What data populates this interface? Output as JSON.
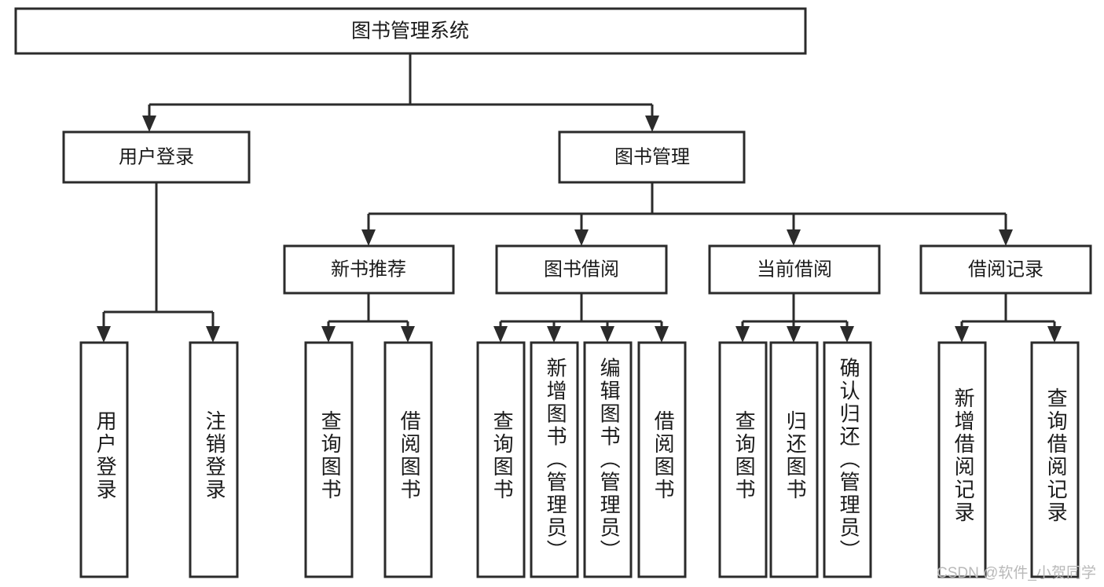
{
  "diagram": {
    "title": "图书管理系统",
    "type": "tree-hierarchy-chart",
    "root": {
      "id": "root",
      "label": "图书管理系统"
    },
    "level1": [
      {
        "id": "user-login",
        "label": "用户登录"
      },
      {
        "id": "book-manage",
        "label": "图书管理"
      }
    ],
    "level2": [
      {
        "id": "new-book-recommend",
        "label": "新书推荐",
        "parent": "book-manage"
      },
      {
        "id": "book-borrow",
        "label": "图书借阅",
        "parent": "book-manage"
      },
      {
        "id": "current-borrow",
        "label": "当前借阅",
        "parent": "book-manage"
      },
      {
        "id": "borrow-record",
        "label": "借阅记录",
        "parent": "book-manage"
      }
    ],
    "leaves": [
      {
        "id": "leaf-user-login",
        "label": "用户登录",
        "parent": "user-login"
      },
      {
        "id": "leaf-logout-login",
        "label": "注销登录",
        "parent": "user-login"
      },
      {
        "id": "leaf-query-book-1",
        "label": "查询图书",
        "parent": "new-book-recommend"
      },
      {
        "id": "leaf-borrow-book-1",
        "label": "借阅图书",
        "parent": "new-book-recommend"
      },
      {
        "id": "leaf-query-book-2",
        "label": "查询图书",
        "parent": "book-borrow"
      },
      {
        "id": "leaf-add-book",
        "label": "新增图书（管理员）",
        "parent": "book-borrow"
      },
      {
        "id": "leaf-edit-book",
        "label": "编辑图书（管理员）",
        "parent": "book-borrow"
      },
      {
        "id": "leaf-borrow-book-2",
        "label": "借阅图书",
        "parent": "book-borrow"
      },
      {
        "id": "leaf-query-book-3",
        "label": "查询图书",
        "parent": "current-borrow"
      },
      {
        "id": "leaf-return-book",
        "label": "归还图书",
        "parent": "current-borrow"
      },
      {
        "id": "leaf-confirm-return",
        "label": "确认归还（管理员）",
        "parent": "current-borrow"
      },
      {
        "id": "leaf-add-borrow-record",
        "label": "新增借阅记录",
        "parent": "borrow-record"
      },
      {
        "id": "leaf-query-borrow-record",
        "label": "查询借阅记录",
        "parent": "borrow-record"
      }
    ],
    "colors": {
      "stroke": "#2b2b2b",
      "fill": "#ffffff",
      "text": "#1b1b1b",
      "watermark": "#b9b9b9"
    }
  },
  "watermark": {
    "text": "CSDN @软件_小贺同学"
  }
}
